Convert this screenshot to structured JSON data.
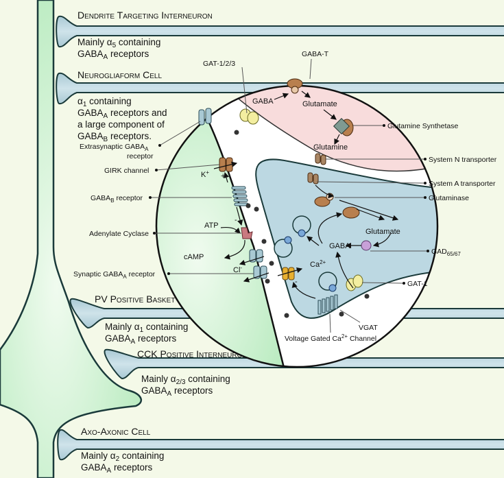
{
  "colors": {
    "background": "#f4f9e8",
    "postsynaptic_neuron": "#c4efc8",
    "axon_terminal": "#b3d0da",
    "astrocyte": "#f8dada",
    "outline": "#1a3a3a"
  },
  "interneurons": [
    {
      "name": "Dendrite Targeting Interneuron",
      "desc": [
        [
          "Mainly α",
          "5",
          " containing"
        ],
        [
          "GABA",
          "A",
          " receptors"
        ]
      ]
    },
    {
      "name": "Neurogliaform Cell",
      "desc": [
        [
          "α",
          "1",
          " containing"
        ],
        [
          "GABA",
          "A",
          " receptors and"
        ],
        [
          "a large component of",
          "",
          " "
        ],
        [
          "GABA",
          "B",
          " receptors."
        ]
      ]
    },
    {
      "name": "PV Positive Basket Cell",
      "desc": [
        [
          "Mainly α",
          "1",
          " containing"
        ],
        [
          "GABA",
          "A",
          " receptors"
        ]
      ]
    },
    {
      "name": "CCK Positive Interneuron",
      "desc": [
        [
          "Mainly α",
          "2/3",
          " containing"
        ],
        [
          "GABA",
          "A",
          " receptors"
        ]
      ]
    },
    {
      "name": "Axo-Axonic Cell",
      "desc": [
        [
          "Mainly α",
          "2",
          " containing"
        ],
        [
          "GABA",
          "A",
          " receptors"
        ]
      ]
    }
  ],
  "callouts": {
    "gat123": "GAT-1/2/3",
    "gaba_t": "GABA-T",
    "glutamine_synthetase": "Glutamine Synthetase",
    "system_n": "System N transporter",
    "system_a": "System A transporter",
    "glutaminase": "Glutaminase",
    "gad": [
      "GAD",
      "65/67"
    ],
    "gat1": "GAT-1",
    "vgat": "VGAT",
    "vgcc": [
      "Voltage Gated Ca",
      "2+",
      " Channel"
    ],
    "extrasynaptic": [
      "Extrasynaptic GABA",
      "A"
    ],
    "extrasynaptic2": "receptor",
    "girk": "GIRK channel",
    "gabab": [
      "GABA",
      "B",
      " receptor"
    ],
    "adenylate": "Adenylate Cyclase",
    "synaptic": [
      "Synaptic GABA",
      "A",
      " receptor"
    ]
  },
  "inner_labels": {
    "gaba_astro": "GABA",
    "glutamate_astro": "Glutamate",
    "glutamine": "Glutamine",
    "glutamate_term": "Glutamate",
    "gaba_term": "GABA",
    "k": [
      "K",
      "+"
    ],
    "plus": "+",
    "minus1": "-",
    "minus2": "-",
    "atp": "ATP",
    "camp": "cAMP",
    "cl": [
      "Cl",
      "-"
    ],
    "ca": [
      "Ca",
      "2+"
    ]
  }
}
